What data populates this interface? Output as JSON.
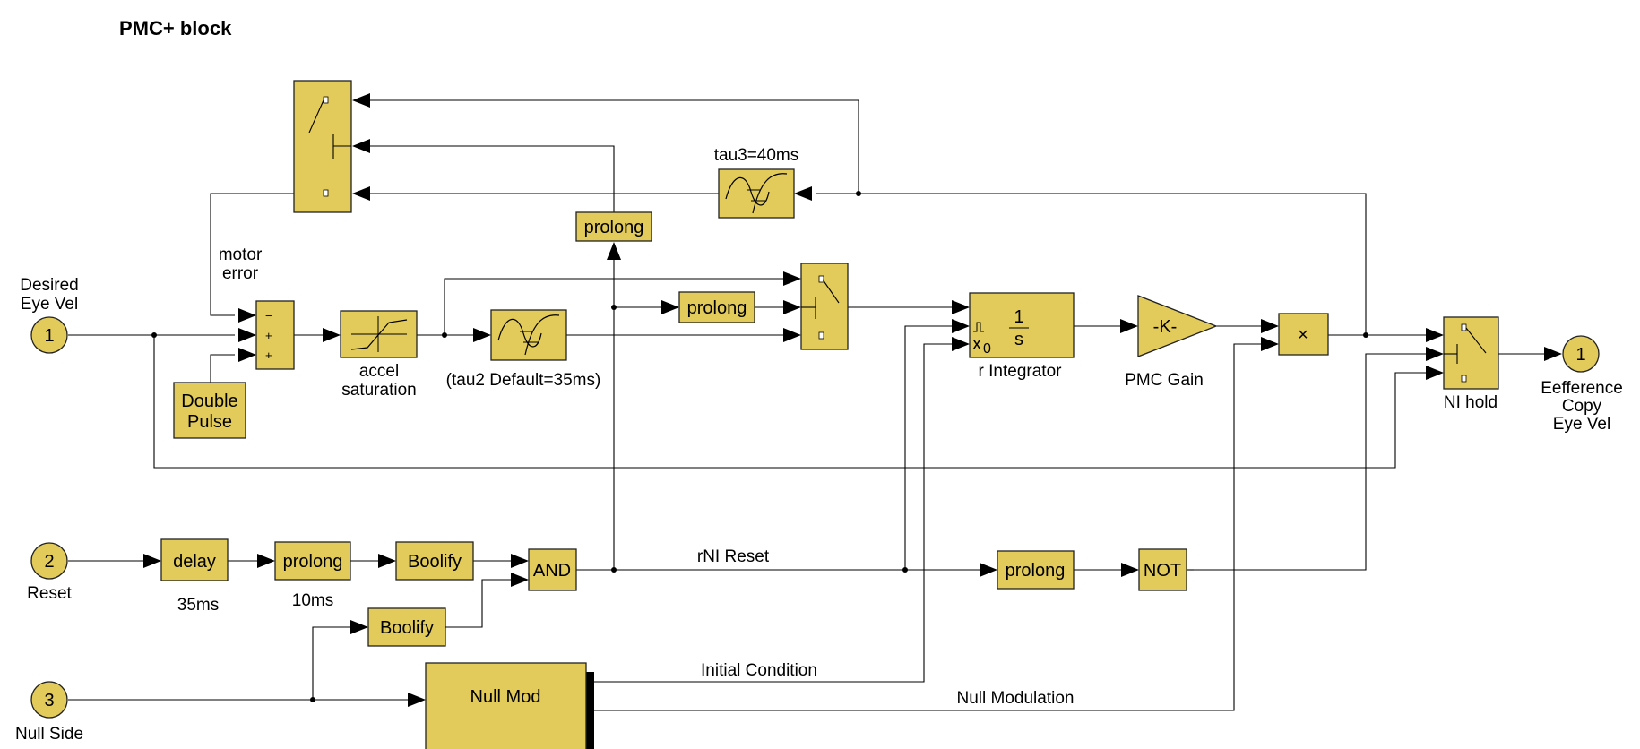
{
  "title": "PMC+ block",
  "ports": {
    "in1": {
      "number": "1",
      "label_line1": "Desired",
      "label_line2": "Eye Vel"
    },
    "in2": {
      "number": "2",
      "label": "Reset"
    },
    "in3": {
      "number": "3",
      "label": "Null Side"
    },
    "out1": {
      "number": "1",
      "label_line1": "Eefference",
      "label_line2": "Copy",
      "label_line3": "Eye Vel"
    }
  },
  "blocks": {
    "double_pulse": {
      "line1": "Double",
      "line2": "Pulse"
    },
    "accel_saturation": {
      "line1": "accel",
      "line2": "saturation"
    },
    "tau2_delay": {
      "label": "(tau2 Default=35ms)"
    },
    "tau3_delay": {
      "label": "tau3=40ms"
    },
    "prolong_top": "prolong",
    "prolong_mid": "prolong",
    "prolong_reset": "prolong",
    "prolong_rni": "prolong",
    "delay": "delay",
    "boolify_1": "Boolify",
    "boolify_2": "Boolify",
    "and_gate": "AND",
    "not_gate": "NOT",
    "null_mod": "Null Mod",
    "integrator": {
      "numerator": "1",
      "denominator": "s",
      "label": "r Integrator",
      "ic_x": "x",
      "ic_sub": "0"
    },
    "gain": {
      "text": "-K-",
      "label": "PMC Gain"
    },
    "product": "×",
    "ni_hold": "NI hold",
    "sum_signs": [
      "−",
      "+",
      "+"
    ]
  },
  "annotations": {
    "motor_error_line1": "motor",
    "motor_error_line2": "error",
    "delay_time": "35ms",
    "prolong_time": "10ms",
    "rni_reset": "rNI Reset",
    "initial_condition": "Initial Condition",
    "null_modulation": "Null Modulation"
  },
  "colors": {
    "block_fill": "#e2cb5b",
    "stroke": "#222222",
    "shadow": "#000000"
  }
}
